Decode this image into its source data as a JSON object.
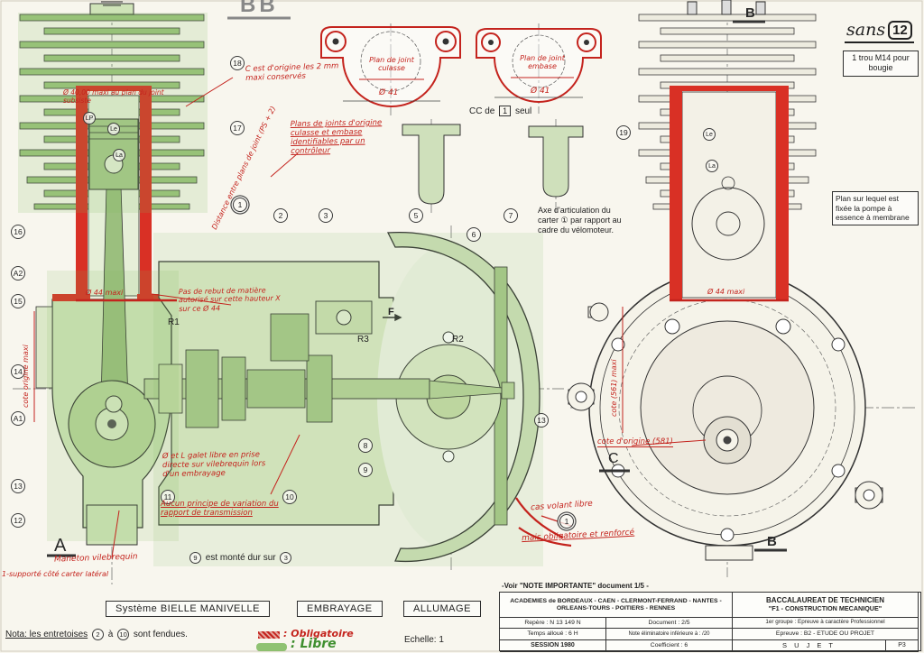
{
  "colors": {
    "green": "#6fae52",
    "red": "#c4231d",
    "ink": "#2b2b2b",
    "paper": "#f8f6ee"
  },
  "markers": {
    "bb": "BB",
    "b_top": "B",
    "b_bottom": "B",
    "a": "A",
    "c": "C",
    "logo_script": "sans",
    "logo_num": "12"
  },
  "parts": {
    "n1": "1",
    "n2": "2",
    "n3": "3",
    "n5": "5",
    "n6": "6",
    "n7": "7",
    "n8": "8",
    "n9": "9",
    "n10": "10",
    "n11": "11",
    "n12": "12",
    "n13": "13",
    "n14": "14",
    "n15": "15",
    "n16": "16",
    "n17": "17",
    "n18": "18",
    "n19": "19",
    "a1": "A1",
    "a2": "A2",
    "r1": "R1",
    "r2": "R2",
    "r3": "R3",
    "f": "F",
    "lp": "LP",
    "le": "Le",
    "la": "La"
  },
  "red_notes": {
    "origin_top": "C est d'origine les 2 mm maxi conservés",
    "d40": "Ø 40,00 maxi au plan du joint subsiste",
    "joint_planes": "Plans de joints d'origine culasse et embase identifiables par un contrôleur",
    "culasse": "Plan de joint culasse",
    "embase": "Plan de joint embase",
    "d41": "Ø 41",
    "no_rebut": "Pas de rebut de matière autorisé sur cette hauteur X sur ce Ø 44",
    "d44": "Ø 44 maxi",
    "distance_joints": "Distance entre plans de joint (PS + 2)",
    "cote_left": "cote origine maxi",
    "cote_581": "cote d'origine (581)",
    "cote_561": "cote (561) maxi",
    "galet": "Ø et L galet libre en prise directe sur vilebrequin lors d'un embrayage",
    "aucun": "Aucun principe de variation du rapport de transmission",
    "maneton": "Maneton vilebrequin",
    "support": "1-supporté côté carter latéral",
    "volant1": "cas volant libre",
    "volant2": "mais obligatoire et renforcé"
  },
  "notes": {
    "bougie": "1 trou M14 pour bougie",
    "pompe": "Plan sur lequel est fixée la pompe à essence à membrane",
    "axe": "Axe d'articulation du carter ① par rapport au cadre du vélomoteur.",
    "cc_pre": "CC de",
    "cc_num": "1",
    "cc_post": "seul",
    "monte_mid": "est monté dur sur",
    "nota_pre": "Nota: les entretoises",
    "nota_mid": "à",
    "nota_post": "sont fendues.",
    "echelle": "Echelle: 1",
    "note_importante": "-Voir \"NOTE IMPORTANTE\" document 1/5 -"
  },
  "legend": {
    "obligatoire": ": Obligatoire",
    "libre": ": Libre"
  },
  "captions": {
    "c1": "Système BIELLE MANIVELLE",
    "c2": "EMBRAYAGE",
    "c3": "ALLUMAGE"
  },
  "title_block": {
    "academies": "ACADEMIES de BORDEAUX - CAEN - CLERMONT-FERRAND - NANTES - ORLEANS-TOURS - POITIERS - RENNES",
    "bac1": "BACCALAUREAT DE TECHNICIEN",
    "bac2": "\"F1 - CONSTRUCTION MECANIQUE\"",
    "repere": "Repère : N 13 149 N",
    "document": "Document : 2/5",
    "groupe": "1er groupe : Epreuve à caractère Professionnel",
    "temps": "Temps alloué : 6 H",
    "note_elim": "Note éliminatoire inférieure à : /20",
    "epreuve": "Epreuve : B2 - ETUDE OU PROJET",
    "session": "SESSION 1980",
    "coefficient": "Coefficient : 6",
    "sujet": "S U J E T",
    "page": "P3"
  }
}
